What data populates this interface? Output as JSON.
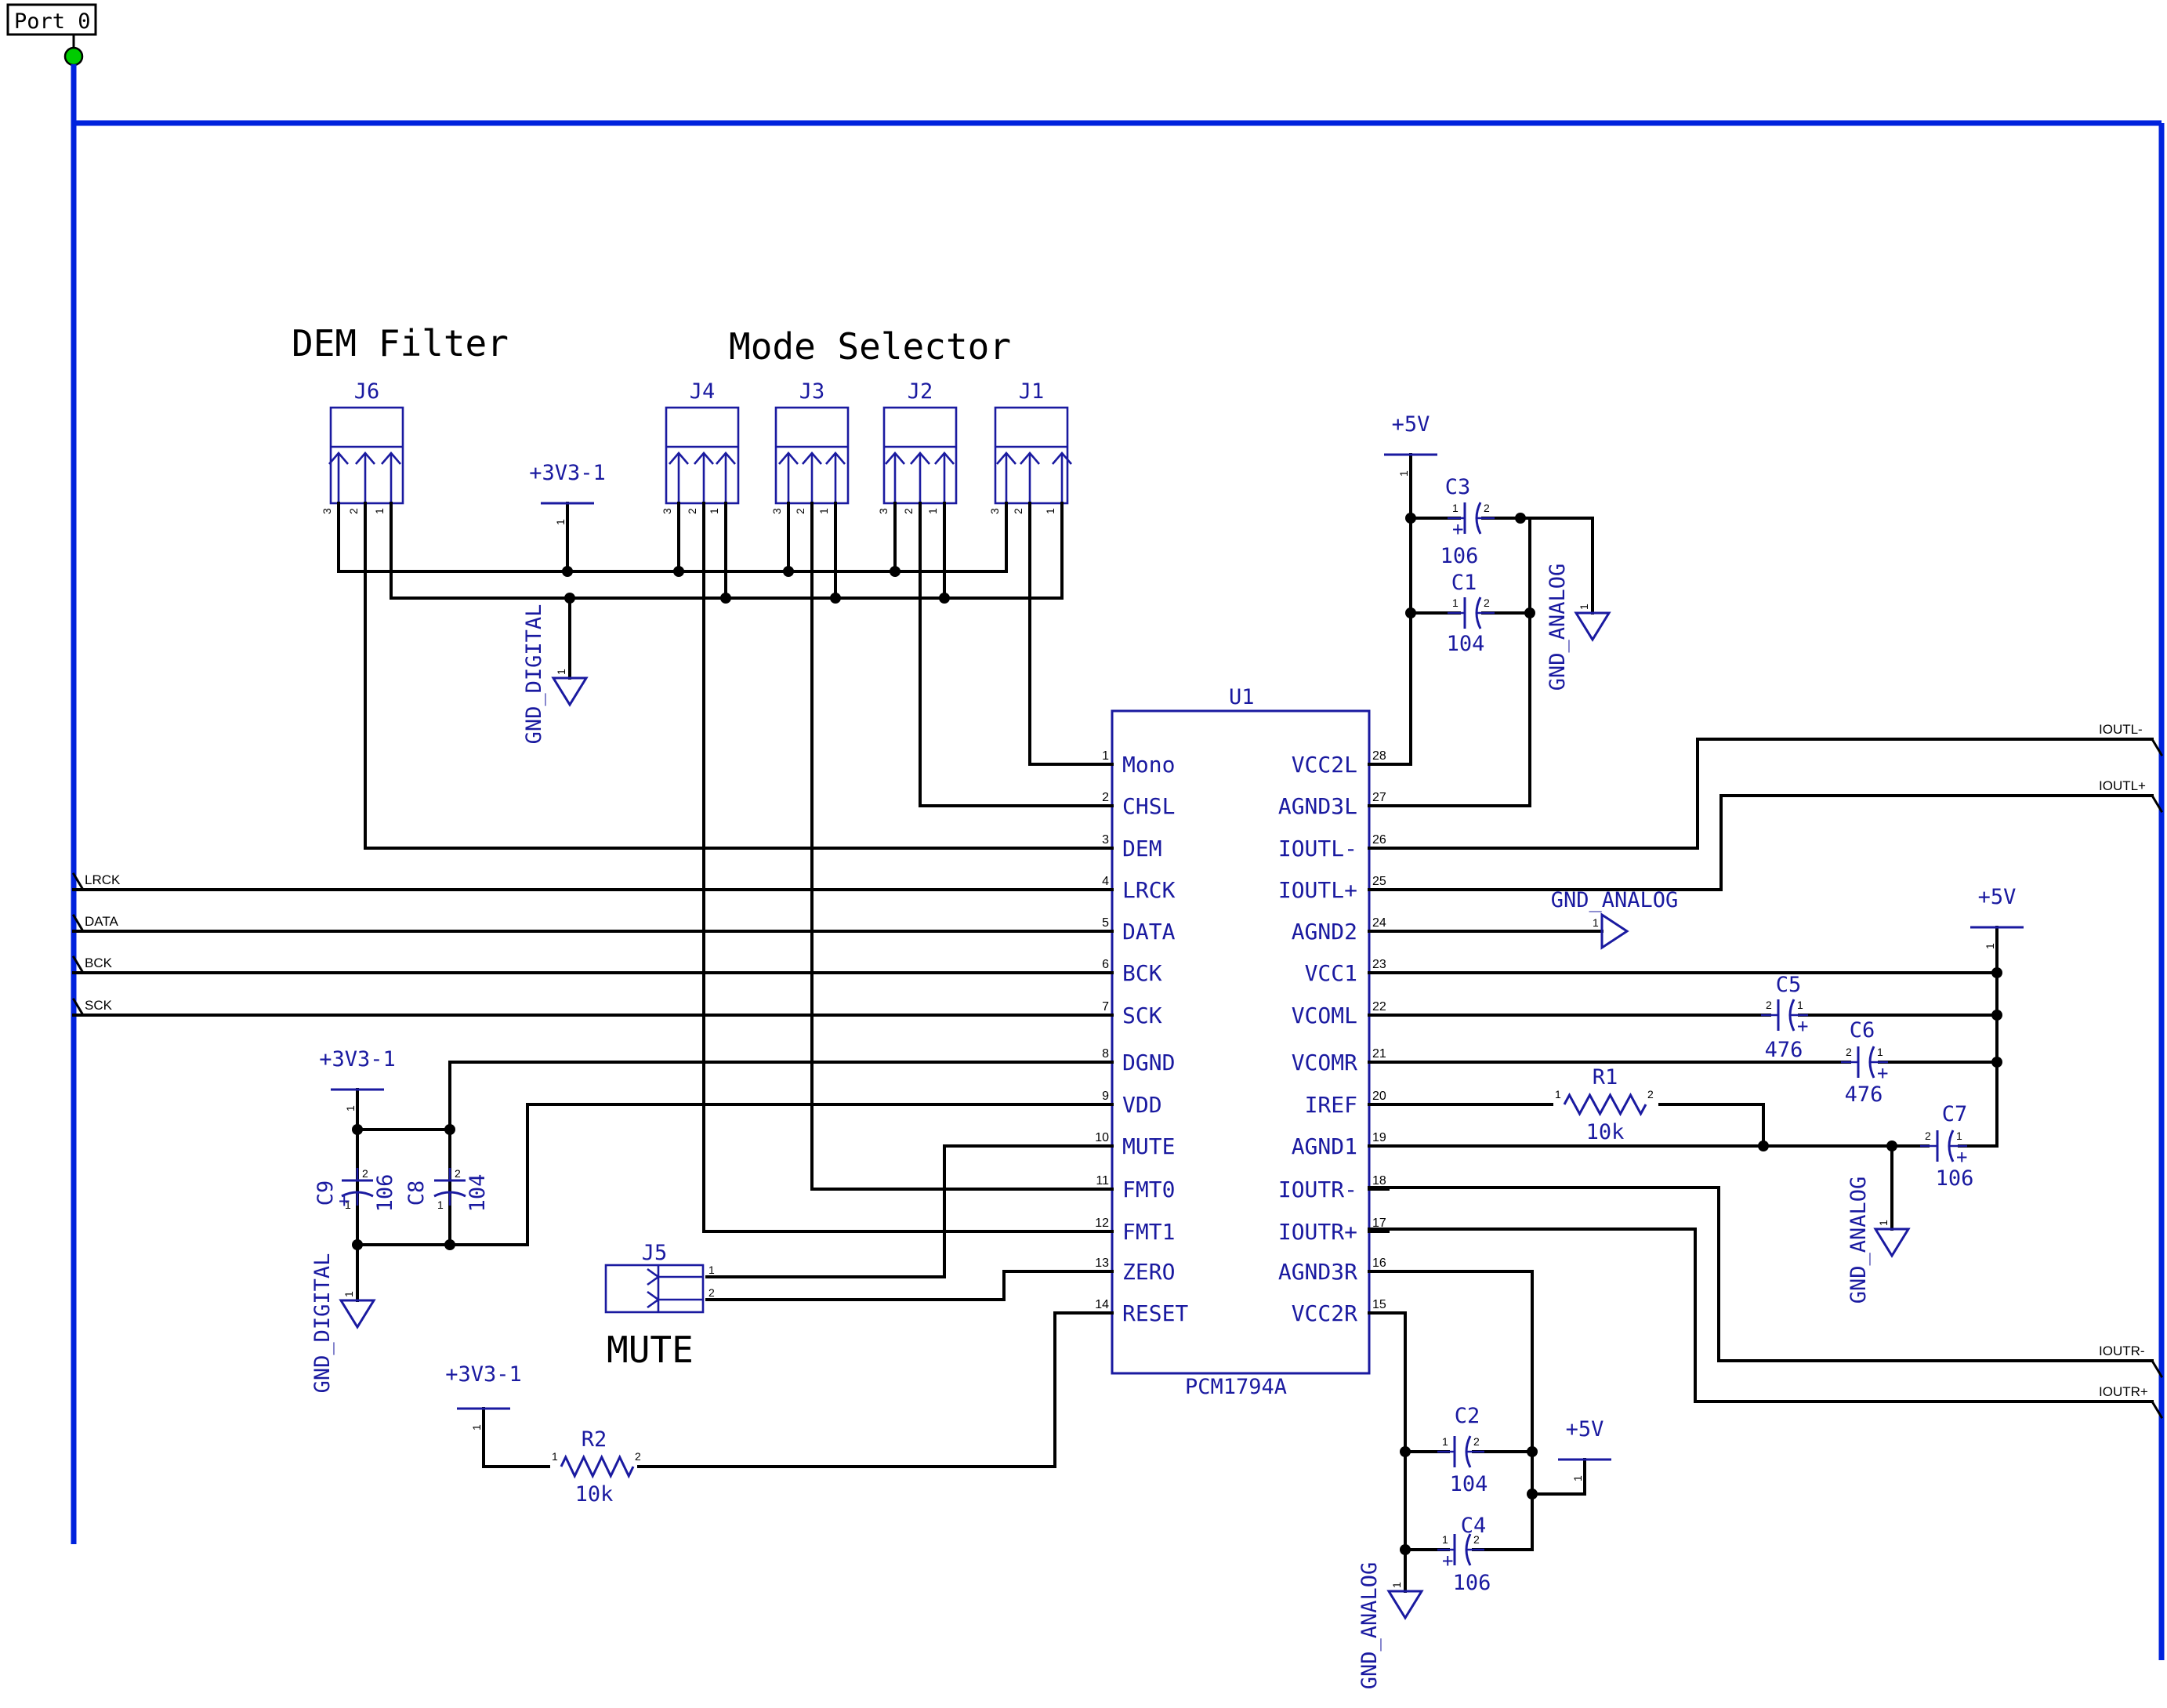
{
  "titles": {
    "dem_filter": "DEM Filter",
    "mode_selector": "Mode Selector",
    "mute": "MUTE"
  },
  "port": {
    "label": "Port 0",
    "color": "#00cc00"
  },
  "colors": {
    "bus": "#0022dd",
    "symbol": "#1a1aa0",
    "wire": "#000000"
  },
  "chip": {
    "ref": "U1",
    "part": "PCM1794A",
    "left_pins": [
      {
        "num": "1",
        "name": "Mono"
      },
      {
        "num": "2",
        "name": "CHSL"
      },
      {
        "num": "3",
        "name": "DEM"
      },
      {
        "num": "4",
        "name": "LRCK"
      },
      {
        "num": "5",
        "name": "DATA"
      },
      {
        "num": "6",
        "name": "BCK"
      },
      {
        "num": "7",
        "name": "SCK"
      },
      {
        "num": "8",
        "name": "DGND"
      },
      {
        "num": "9",
        "name": "VDD"
      },
      {
        "num": "10",
        "name": "MUTE"
      },
      {
        "num": "11",
        "name": "FMT0"
      },
      {
        "num": "12",
        "name": "FMT1"
      },
      {
        "num": "13",
        "name": "ZERO"
      },
      {
        "num": "14",
        "name": "RESET"
      }
    ],
    "right_pins": [
      {
        "num": "28",
        "name": "VCC2L"
      },
      {
        "num": "27",
        "name": "AGND3L"
      },
      {
        "num": "26",
        "name": "IOUTL-"
      },
      {
        "num": "25",
        "name": "IOUTL+"
      },
      {
        "num": "24",
        "name": "AGND2"
      },
      {
        "num": "23",
        "name": "VCC1"
      },
      {
        "num": "22",
        "name": "VCOML"
      },
      {
        "num": "21",
        "name": "VCOMR"
      },
      {
        "num": "20",
        "name": "IREF"
      },
      {
        "num": "19",
        "name": "AGND1"
      },
      {
        "num": "18",
        "name": "IOUTR-"
      },
      {
        "num": "17",
        "name": "IOUTR+"
      },
      {
        "num": "16",
        "name": "AGND3R"
      },
      {
        "num": "15",
        "name": "VCC2R"
      }
    ]
  },
  "jumpers": {
    "J6": {
      "ref": "J6",
      "pins": [
        "3",
        "2",
        "1"
      ]
    },
    "J4": {
      "ref": "J4",
      "pins": [
        "3",
        "2",
        "1"
      ]
    },
    "J3": {
      "ref": "J3",
      "pins": [
        "3",
        "2",
        "1"
      ]
    },
    "J2": {
      "ref": "J2",
      "pins": [
        "3",
        "2",
        "1"
      ]
    },
    "J1": {
      "ref": "J1",
      "pins": [
        "3",
        "2",
        "1"
      ]
    },
    "J5": {
      "ref": "J5",
      "pins": [
        "1",
        "2"
      ]
    }
  },
  "capacitors": [
    {
      "ref": "C3",
      "value": "106",
      "polarized": true
    },
    {
      "ref": "C1",
      "value": "104",
      "polarized": false
    },
    {
      "ref": "C5",
      "value": "476",
      "polarized": true
    },
    {
      "ref": "C6",
      "value": "476",
      "polarized": true
    },
    {
      "ref": "C7",
      "value": "106",
      "polarized": true
    },
    {
      "ref": "C9",
      "value": "106",
      "polarized": true
    },
    {
      "ref": "C8",
      "value": "104",
      "polarized": false
    },
    {
      "ref": "C2",
      "value": "104",
      "polarized": false
    },
    {
      "ref": "C4",
      "value": "106",
      "polarized": true
    }
  ],
  "resistors": [
    {
      "ref": "R1",
      "value": "10k"
    },
    {
      "ref": "R2",
      "value": "10k"
    }
  ],
  "power": {
    "v5": "+5V",
    "v33": "+3V3-1",
    "gnd_digital": "GND_DIGITAL",
    "gnd_analog": "GND_ANALOG"
  },
  "nets": {
    "left": [
      "LRCK",
      "DATA",
      "BCK",
      "SCK"
    ],
    "right": [
      "IOUTL-",
      "IOUTL+",
      "IOUTR-",
      "IOUTR+"
    ]
  },
  "part_pin_labels": {
    "one": "1",
    "two": "2",
    "plus": "+"
  }
}
